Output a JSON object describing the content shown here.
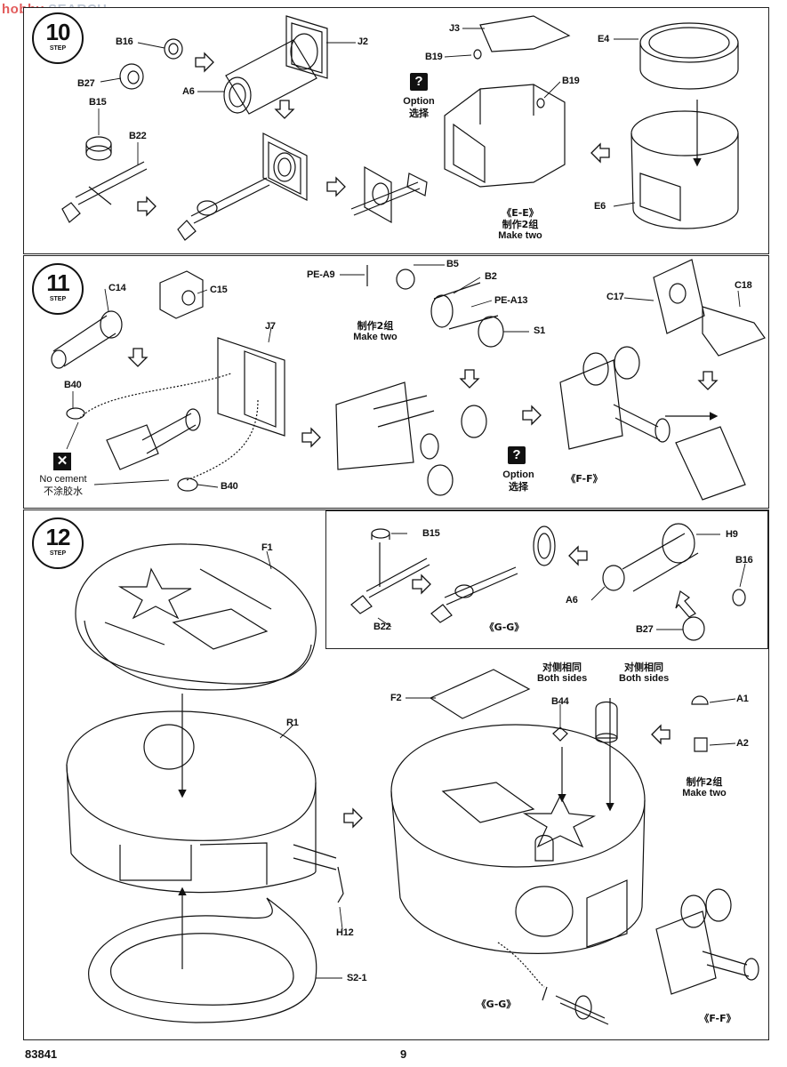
{
  "watermark": {
    "text": "SEARCH",
    "prefix": "hobby"
  },
  "steps": {
    "s10": {
      "number": "10",
      "word": "STEP"
    },
    "s11": {
      "number": "11",
      "word": "STEP"
    },
    "s12": {
      "number": "12",
      "word": "STEP"
    }
  },
  "parts": {
    "p10": [
      "B16",
      "J2",
      "B27",
      "A6",
      "B15",
      "B22",
      "J3",
      "B19",
      "B19",
      "E4",
      "E6"
    ],
    "p11": [
      "C14",
      "C15",
      "PE-A9",
      "B5",
      "B2",
      "PE-A13",
      "S1",
      "C17",
      "C18",
      "J7",
      "B40",
      "B40"
    ],
    "p12": [
      "F1",
      "R1",
      "H12",
      "S2-1",
      "B15",
      "B22",
      "H9",
      "B16",
      "A6",
      "B27",
      "F2",
      "B44",
      "A1",
      "A2"
    ]
  },
  "notes": {
    "option_cn": "选择",
    "option_en": "Option",
    "make_two_cn": "制作2组",
    "make_two_en": "Make two",
    "both_sides_cn": "对侧相同",
    "both_sides_en": "Both sides",
    "no_cement_en": "No cement",
    "no_cement_cn": "不涂胶水",
    "view_ee": "《E-E》",
    "view_ff": "《F-F》",
    "view_gg": "《G-G》",
    "view_ff2": "《F-F》",
    "view_gg2": "《G-G》"
  },
  "icons": {
    "question": "?",
    "cross": "✕"
  },
  "footer": {
    "code": "83841",
    "page": "9"
  }
}
